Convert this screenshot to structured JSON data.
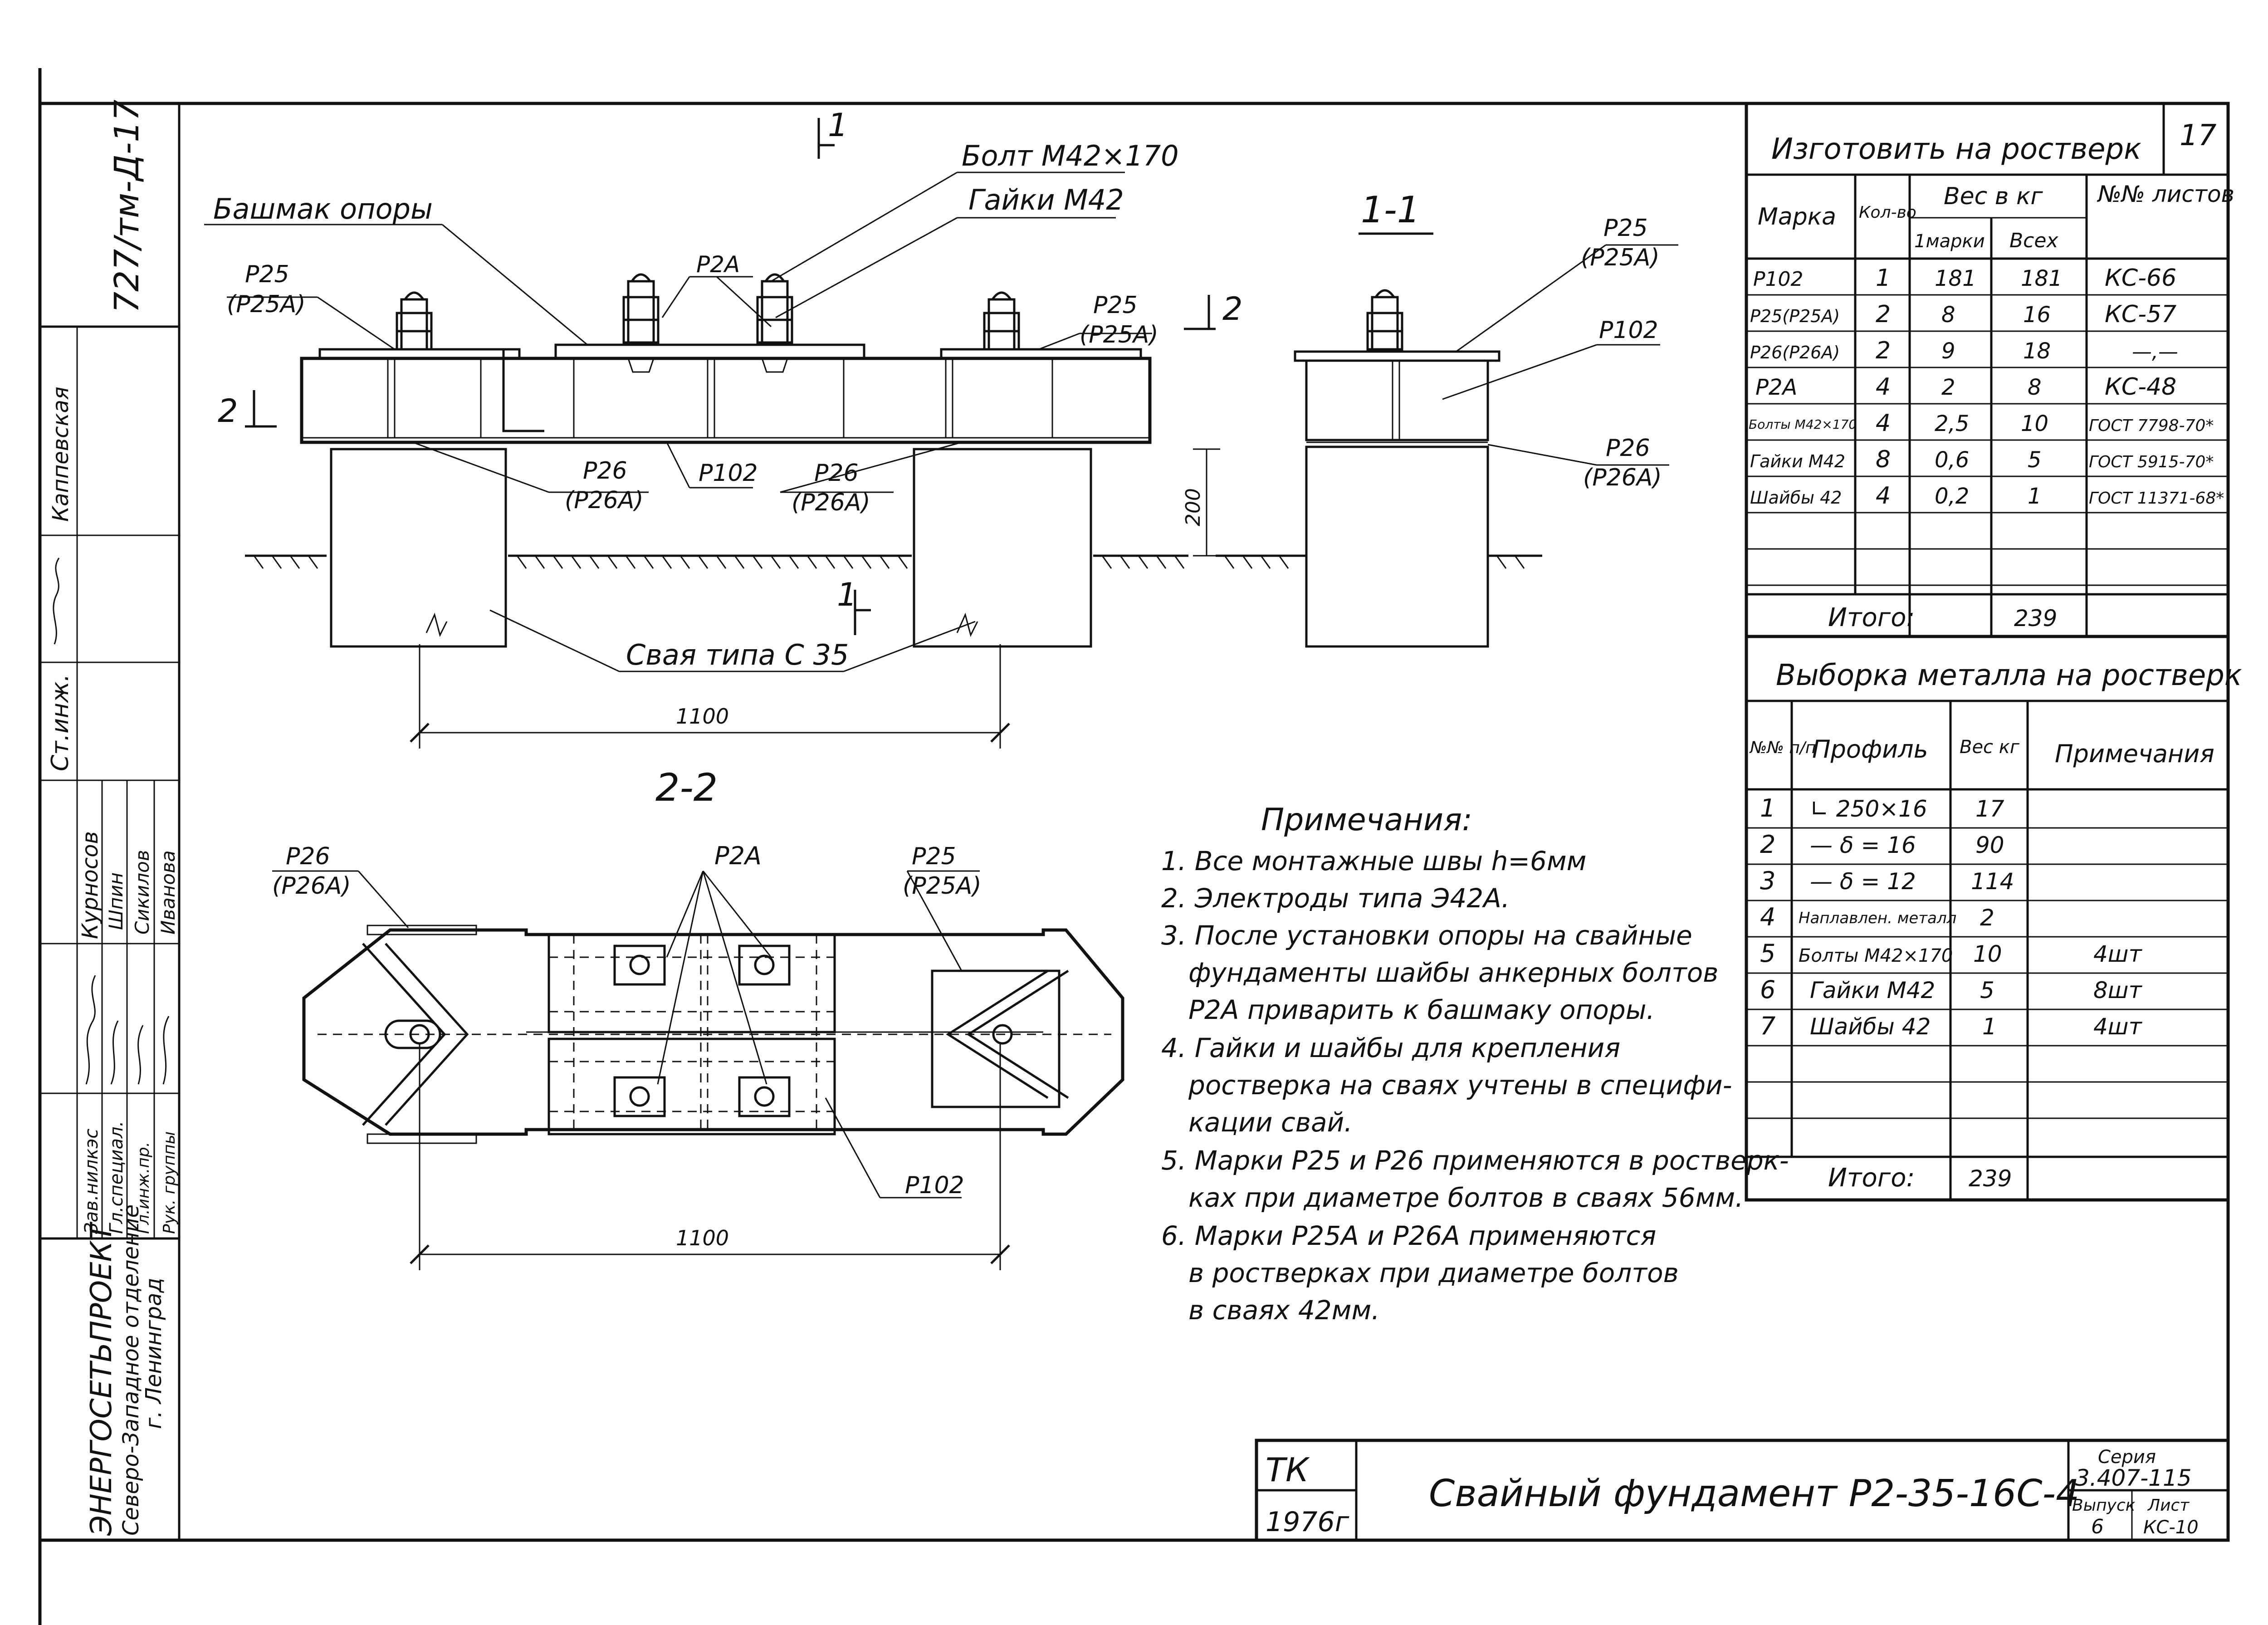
{
  "stamp": {
    "doc_code": "727/тм-Д-17",
    "organization": "ЭНЕРГОСЕТЬПРОЕКТ",
    "department": "Северо-Западное отделение",
    "city": "г. Ленинград",
    "roles": [
      "Зав.нилкэс",
      "Гл.специал.",
      "Гл.инж.пр.",
      "Рук. группы",
      "Ст.инж."
    ],
    "names": [
      "Курносов",
      "Шпин",
      "Сикилов",
      "Иванова",
      "Каппевская"
    ],
    "tk": "ТК",
    "year": "1976г",
    "title": "Свайный фундамент Р2-35-16С-4",
    "series_label": "Серия",
    "series_value": "3.407-115",
    "issue_label": "Выпуск",
    "issue_value": "6",
    "sheet_label": "Лист",
    "sheet_value": "КС-10"
  },
  "sheet_number": "17",
  "elevation": {
    "labels": {
      "bolt": "Болт М42×170",
      "nuts": "Гайки М42",
      "shoe": "Башмак опоры",
      "p25": "Р25",
      "p25a": "(Р25А)",
      "p2a": "Р2А",
      "p26": "Р26",
      "p26a": "(Р26А)",
      "p102": "Р102",
      "pile": "Свая типа С 35",
      "dim_span": "1100",
      "dim_height": "200",
      "cut_1": "1",
      "cut_2": "2"
    }
  },
  "section_1_1": {
    "title": "1-1",
    "p25": "Р25",
    "p25a": "(Р25А)",
    "p102": "Р102",
    "p26": "Р26",
    "p26a": "(Р26А)"
  },
  "section_2_2": {
    "title": "2-2",
    "p26": "Р26",
    "p26a": "(Р26А)",
    "p2a": "Р2А",
    "p25": "Р25",
    "p25a": "(Р25А)",
    "p102": "Р102",
    "dim_span": "1100"
  },
  "notes": {
    "title": "Примечания:",
    "items": [
      "1. Все монтажные швы  h=6мм",
      "2. Электроды типа Э42А.",
      "3. После установки опоры на свайные",
      "фундаменты шайбы анкерных болтов",
      "Р2А приварить к башмаку опоры.",
      "4. Гайки и шайбы для крепления",
      "ростверка на сваях учтены в специфи-",
      "кации свай.",
      "5. Марки Р25 и Р26 применяются в ростверк-",
      "ках при диаметре болтов в сваях 56мм.",
      "6. Марки Р25А и Р26А применяются",
      "в ростверках при диаметре болтов",
      "в сваях 42мм."
    ]
  },
  "spec_table": {
    "title": "Изготовить на ростверк",
    "headers": {
      "mark": "Марка",
      "qty": "Кол-во",
      "weight": "Вес в кг",
      "per_item": "1марки",
      "total": "Всех",
      "sheets": "№№ листов"
    },
    "rows": [
      {
        "mark": "Р102",
        "qty": "1",
        "w1": "181",
        "wt": "181",
        "sheet": "КС-66"
      },
      {
        "mark": "Р25(Р25А)",
        "qty": "2",
        "w1": "8",
        "wt": "16",
        "sheet": "КС-57"
      },
      {
        "mark": "Р26(Р26А)",
        "qty": "2",
        "w1": "9",
        "wt": "18",
        "sheet": "—,—"
      },
      {
        "mark": "Р2А",
        "qty": "4",
        "w1": "2",
        "wt": "8",
        "sheet": "КС-48"
      },
      {
        "mark": "Болты М42×170",
        "qty": "4",
        "w1": "2,5",
        "wt": "10",
        "sheet": "ГОСТ 7798-70*"
      },
      {
        "mark": "Гайки М42",
        "qty": "8",
        "w1": "0,6",
        "wt": "5",
        "sheet": "ГОСТ 5915-70*"
      },
      {
        "mark": "Шайбы 42",
        "qty": "4",
        "w1": "0,2",
        "wt": "1",
        "sheet": "ГОСТ 11371-68*"
      }
    ],
    "total_label": "Итого:",
    "total_value": "239"
  },
  "metal_table": {
    "title": "Выборка металла на ростверк",
    "headers": {
      "num": "№№ п/п",
      "profile": "Профиль",
      "weight": "Вес кг",
      "note": "Примечания"
    },
    "rows": [
      {
        "num": "1",
        "profile": "∟ 250×16",
        "weight": "17",
        "note": ""
      },
      {
        "num": "2",
        "profile": "— δ = 16",
        "weight": "90",
        "note": ""
      },
      {
        "num": "3",
        "profile": "— δ = 12",
        "weight": "114",
        "note": ""
      },
      {
        "num": "4",
        "profile": "Наплавлен. металл",
        "weight": "2",
        "note": ""
      },
      {
        "num": "5",
        "profile": "Болты М42×170",
        "weight": "10",
        "note": "4шт"
      },
      {
        "num": "6",
        "profile": "Гайки М42",
        "weight": "5",
        "note": "8шт"
      },
      {
        "num": "7",
        "profile": "Шайбы 42",
        "weight": "1",
        "note": "4шт"
      }
    ],
    "total_label": "Итого:",
    "total_value": "239"
  }
}
